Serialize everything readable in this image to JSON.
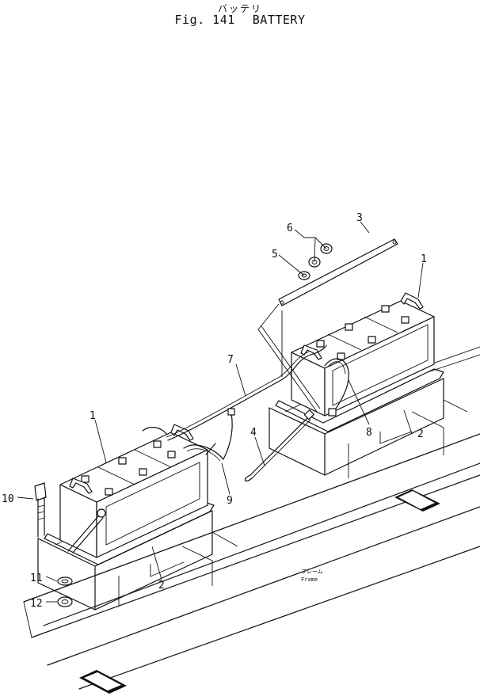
{
  "header": {
    "title_jp": "バッテリ",
    "fig_number": "Fig. 141",
    "fig_title": "BATTERY"
  },
  "callouts": {
    "battery": "1",
    "hold_down": "2",
    "bar": "3",
    "cable_rod": "4",
    "washer": "5",
    "nut": "6",
    "cable": "7",
    "wire": "8",
    "ground_cable": "9",
    "bolt": "10",
    "lock_washer": "11",
    "hex_nut": "12"
  },
  "frame_label": {
    "jp": "フレーム",
    "en": "Frame"
  }
}
